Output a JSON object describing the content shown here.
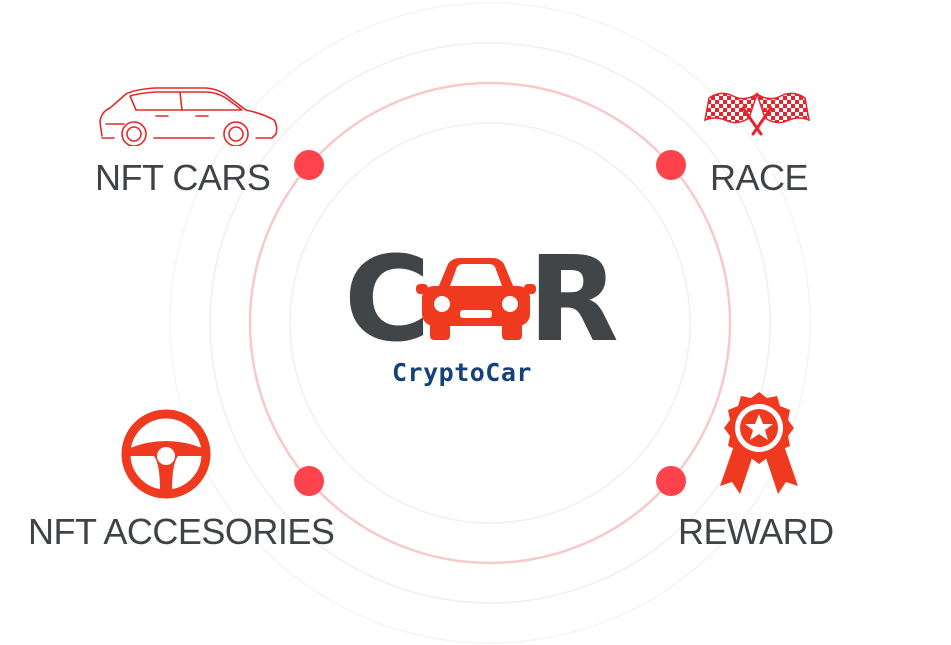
{
  "logo": {
    "letter_left": "C",
    "letter_right": "R",
    "tagline": "CryptoCar"
  },
  "features": {
    "nft_cars": "NFT CARS",
    "race": "RACE",
    "nft_accessories": "NFT ACCESORIES",
    "reward": "REWARD"
  },
  "colors": {
    "accent": "#ff434d",
    "icon_red": "#f03a1f",
    "text": "#3f4347",
    "brand_blue": "#16427a",
    "ring": "#f9cfcf"
  },
  "icons": [
    "car-outline-icon",
    "checkered-flags-icon",
    "steering-wheel-icon",
    "award-ribbon-icon",
    "car-front-icon"
  ]
}
